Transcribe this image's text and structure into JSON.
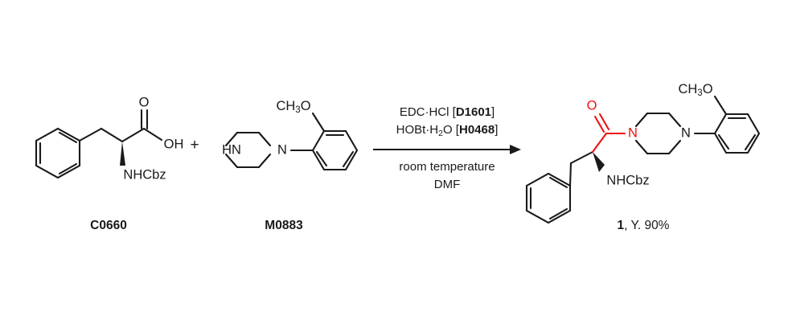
{
  "scheme": {
    "type": "chemical-reaction-scheme",
    "background_color": "#ffffff",
    "bond_color": "#1a1a1a",
    "highlight_color": "#ee1111",
    "plus_sign": "+",
    "reactants": [
      {
        "id": "reactant-1",
        "label": "C0660",
        "name_hint": "N-Cbz-phenylalanine",
        "atom_labels": {
          "carbonyl_oxygen": "O",
          "hydroxyl": "OH",
          "amine": "NHCbz"
        }
      },
      {
        "id": "reactant-2",
        "label": "M0883",
        "name_hint": "1-(2-methoxyphenyl)piperazine",
        "atom_labels": {
          "nh": "HN",
          "n": "N",
          "methoxy_c": "CH",
          "methoxy_sub": "3",
          "methoxy_o": "O"
        }
      }
    ],
    "arrow": {
      "above": [
        {
          "text": "EDC·HCl [",
          "code": "D1601",
          "tail": "]"
        },
        {
          "text": "HOBt·H",
          "sub": "2",
          "mid": "O [",
          "code": "H0468",
          "tail": "]"
        }
      ],
      "below": [
        "room temperature",
        "DMF"
      ]
    },
    "product": {
      "id": "product-1",
      "label_number": "1",
      "label_yield": ", Y. 90%",
      "atom_labels": {
        "carbonyl_oxygen": "O",
        "amide_n": "N",
        "piperazine_n": "N",
        "amine": "NHCbz",
        "methoxy_c": "CH",
        "methoxy_sub": "3",
        "methoxy_o": "O"
      }
    }
  }
}
